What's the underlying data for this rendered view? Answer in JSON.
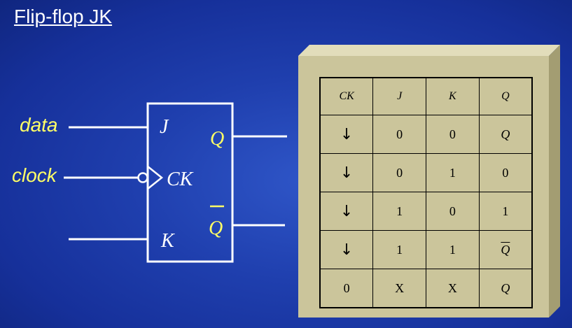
{
  "title": "Flip-flop JK",
  "inputs": {
    "data": "data",
    "clock": "clock"
  },
  "pins": {
    "j": "J",
    "ck": "CK",
    "k": "K",
    "q": "Q",
    "qbar": "Q"
  },
  "table": {
    "headers": [
      "CK",
      "J",
      "K",
      "Q"
    ],
    "rows": [
      {
        "ck": "↓",
        "j": "0",
        "k": "0",
        "q": "Q",
        "q_overline": false
      },
      {
        "ck": "↓",
        "j": "0",
        "k": "1",
        "q": "0",
        "q_overline": false
      },
      {
        "ck": "↓",
        "j": "1",
        "k": "0",
        "q": "1",
        "q_overline": false
      },
      {
        "ck": "↓",
        "j": "1",
        "k": "1",
        "q": "Q",
        "q_overline": true
      },
      {
        "ck": "0",
        "j": "X",
        "k": "X",
        "q": "Q",
        "q_overline": false
      }
    ]
  },
  "colors": {
    "background": "#1f3fae",
    "label": "#ffff66",
    "panel": "#cbc59b"
  }
}
